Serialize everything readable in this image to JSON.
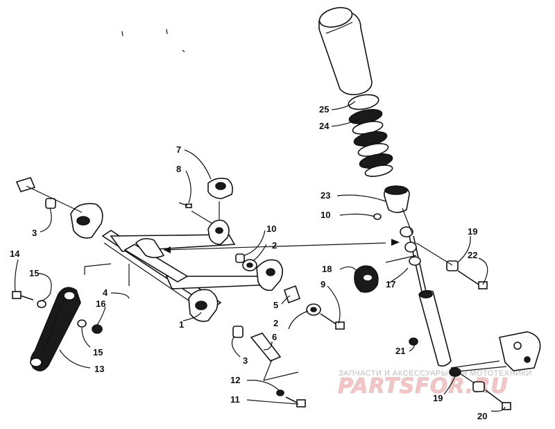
{
  "labels": {
    "l1": "1",
    "l2a": "2",
    "l2b": "2",
    "l3a": "3",
    "l3b": "3",
    "l4": "4",
    "l5": "5",
    "l6": "6",
    "l7": "7",
    "l8": "8",
    "l9": "9",
    "l10a": "10",
    "l10b": "10",
    "l11": "11",
    "l12": "12",
    "l13": "13",
    "l14": "14",
    "l15a": "15",
    "l15b": "15",
    "l16": "16",
    "l17": "17",
    "l18": "18",
    "l19a": "19",
    "l19b": "19",
    "l20": "20",
    "l21": "21",
    "l22": "22",
    "l23": "23",
    "l24": "24",
    "l25": "25"
  },
  "watermark": {
    "line1": "ЗАПЧАСТИ И АКСЕССУАРЫ ДЛЯ МОТОТЕХНИКИ",
    "line2": "PARTSFOR.RU"
  }
}
